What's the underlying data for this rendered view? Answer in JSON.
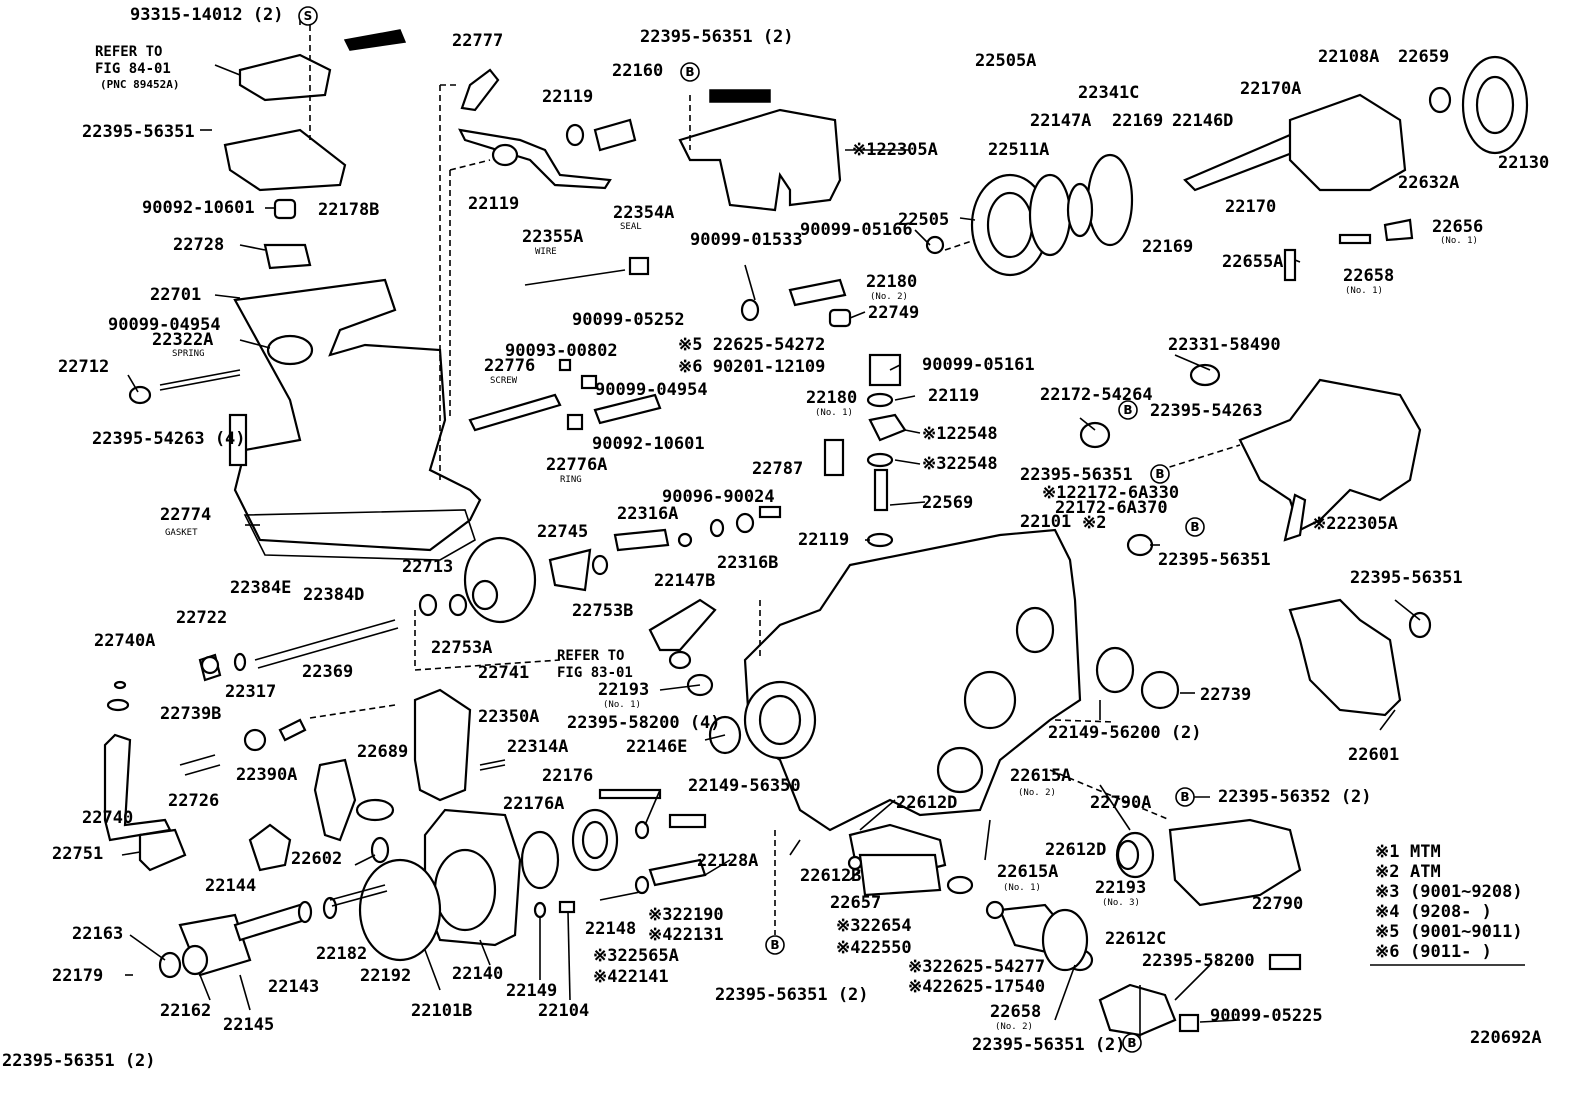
{
  "diagram": {
    "id_code": "220692A",
    "refer_labels": [
      {
        "lines": [
          "REFER TO",
          "FIG 84-01",
          "(PNC 89452A)"
        ]
      },
      {
        "lines": [
          "REFER TO",
          "FIG 83-01"
        ]
      }
    ],
    "legend": [
      {
        "mark": "※1",
        "text": "MTM"
      },
      {
        "mark": "※2",
        "text": "ATM"
      },
      {
        "mark": "※3",
        "text": "(9001~9208)"
      },
      {
        "mark": "※4",
        "text": "(9208-      )"
      },
      {
        "mark": "※5",
        "text": "(9001~9011)"
      },
      {
        "mark": "※6",
        "text": "(9011-      )"
      }
    ],
    "callouts": [
      {
        "text": "93315-14012 (2)",
        "badge": "S"
      },
      {
        "text": "22395-56351 (2)",
        "badge": "B"
      },
      {
        "text": "22395-54263",
        "badge": "B"
      },
      {
        "text": "22395-56351",
        "badge": "B"
      },
      {
        "text": "22395-56351",
        "badge": "B"
      },
      {
        "text": "22395-56352 (2)",
        "badge": "B"
      },
      {
        "text": "22395-56351 (2)",
        "badge": "B"
      },
      {
        "text": "22395-56351 (2)",
        "badge": "B"
      }
    ],
    "part_labels": [
      "22777",
      "22160",
      "22119",
      "22119",
      "※122305A",
      "22505A",
      "22341C",
      "22108A",
      "22659",
      "22170A",
      "22147A",
      "22169",
      "22146D",
      "22511A",
      "22632A",
      "22130",
      "22505",
      "22170",
      "22169",
      "22655A",
      "22658",
      "22656",
      "22354A",
      "22355A",
      "22701",
      "22322A",
      "22712",
      "22728",
      "22178B",
      "22774",
      "22776",
      "22776A",
      "22180",
      "22749",
      "22119",
      "※122548",
      "※322548",
      "22569",
      "22119",
      "22180",
      "22787",
      "22316A",
      "22316B",
      "22745",
      "22147B",
      "22753B",
      "22384E",
      "22384D",
      "22713",
      "22722",
      "22740A",
      "22753A",
      "22741",
      "22369",
      "22317",
      "22739B",
      "22740",
      "22726",
      "22350A",
      "22314A",
      "22689",
      "22390A",
      "22751",
      "22602",
      "22176",
      "22176A",
      "22146E",
      "22193",
      "22101",
      "※222305A",
      "22739",
      "22601",
      "22615A",
      "22612D",
      "22790A",
      "22790",
      "22612D",
      "22615A",
      "22193",
      "22612C",
      "22658",
      "22144",
      "22163",
      "22179",
      "22162",
      "22145",
      "22143",
      "22182",
      "22192",
      "22101B",
      "22140",
      "22149",
      "22104",
      "22148",
      "※322190",
      "※422131",
      "※322565A",
      "※422141",
      "22612B",
      "22657",
      "※322654",
      "※422550",
      "22128A",
      "22395-56351",
      "22395-54263 (4)",
      "90092-10601",
      "90099-04954",
      "90099-05252",
      "90093-00802",
      "※5 22625-54272",
      "※6 90201-12109",
      "90099-04954",
      "90092-10601",
      "90099-01533",
      "90099-05166",
      "22331-58490",
      "22172-54264",
      "90099-05161",
      "※122172-6A330",
      "22172-6A370",
      "※2",
      "22395-56351",
      "22395-58200 (4)",
      "22149-56350",
      "22149-56200 (2)",
      "※322625-54277",
      "※422625-17540",
      "22395-58200",
      "90099-05225",
      "90096-90024",
      "22395-56351 (2)"
    ],
    "small_notes": [
      "SPRING",
      "SCREW",
      "WIRE",
      "SEAL",
      "RING",
      "GASKET",
      "(No. 2)",
      "(No. 1)",
      "(No. 1)",
      "(No. 1)",
      "(No. 2)",
      "(No. 1)",
      "(No. 3)",
      "(No. 2)",
      "(No. 1)"
    ]
  }
}
